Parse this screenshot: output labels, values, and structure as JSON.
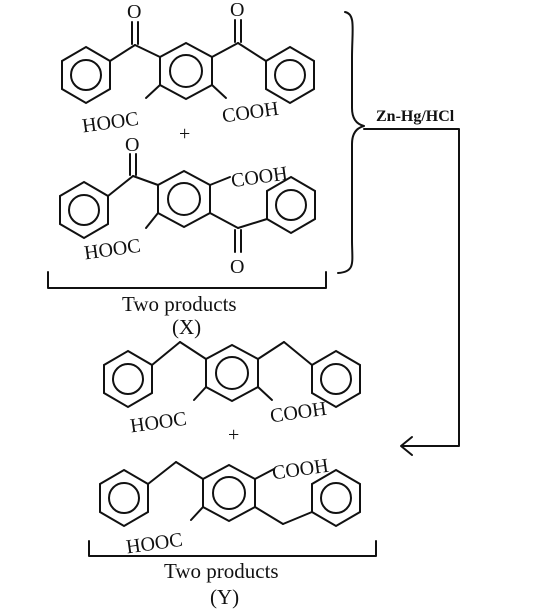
{
  "reagent": "Zn-Hg/HCl",
  "plus_sign": "+",
  "atoms": {
    "oxygen": "O",
    "carboxyl_left": "HOOC",
    "carboxyl_right": "COOH"
  },
  "group_x": {
    "caption": "Two products",
    "symbol": "(X)"
  },
  "group_y": {
    "caption": "Two products",
    "symbol": "(Y)"
  }
}
